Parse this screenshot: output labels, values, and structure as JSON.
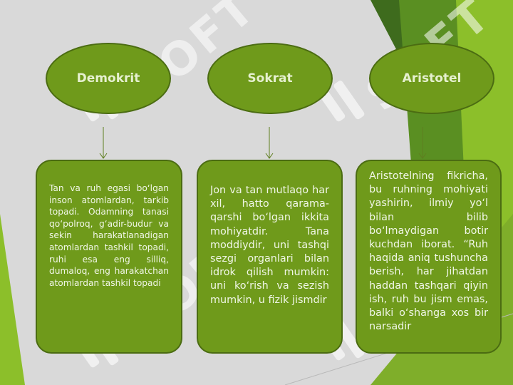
{
  "colors": {
    "background": "#d9d9d9",
    "shape_fill": "#6f9a1b",
    "shape_border": "#4b6c12",
    "accent_dark": "#3e6b1d",
    "accent_light": "#8cbf2a"
  },
  "watermark": {
    "text": "SOFT",
    "icon": "logo-mark-icon"
  },
  "columns": [
    {
      "title": "Demokrit",
      "text": "Tan va ruh egasi bo‘lgan inson atomlardan, tarkib topadi. Odamning tanasi qo‘polroq, g‘adir-budur va sekin harakatlanadigan atomlardan tashkil topadi, ruhi esa eng silliq, dumaloq, eng harakatchan atomlardan tashkil topadi"
    },
    {
      "title": "Sokrat",
      "text": "Jon va tan mutlaqo har xil, hatto qarama-qarshi bo‘lgan ikkita mohiyatdir. Tana moddiydir, uni tashqi sezgi organlari bilan idrok qilish mumkin: uni ko‘rish va sezish mumkin, u fizik jismdir"
    },
    {
      "title": "Aristotel",
      "text": "Aristotelning fikricha, bu ruhning mohiyati yashirin, ilmiy yo‘l bilan bilib bo‘lmaydigan botir kuchdan iborat. “Ruh haqida aniq tushuncha berish, har jihatdan haddan tashqari qiyin ish, ruh bu jism emas, balki o‘shanga xos bir narsadir"
    }
  ]
}
